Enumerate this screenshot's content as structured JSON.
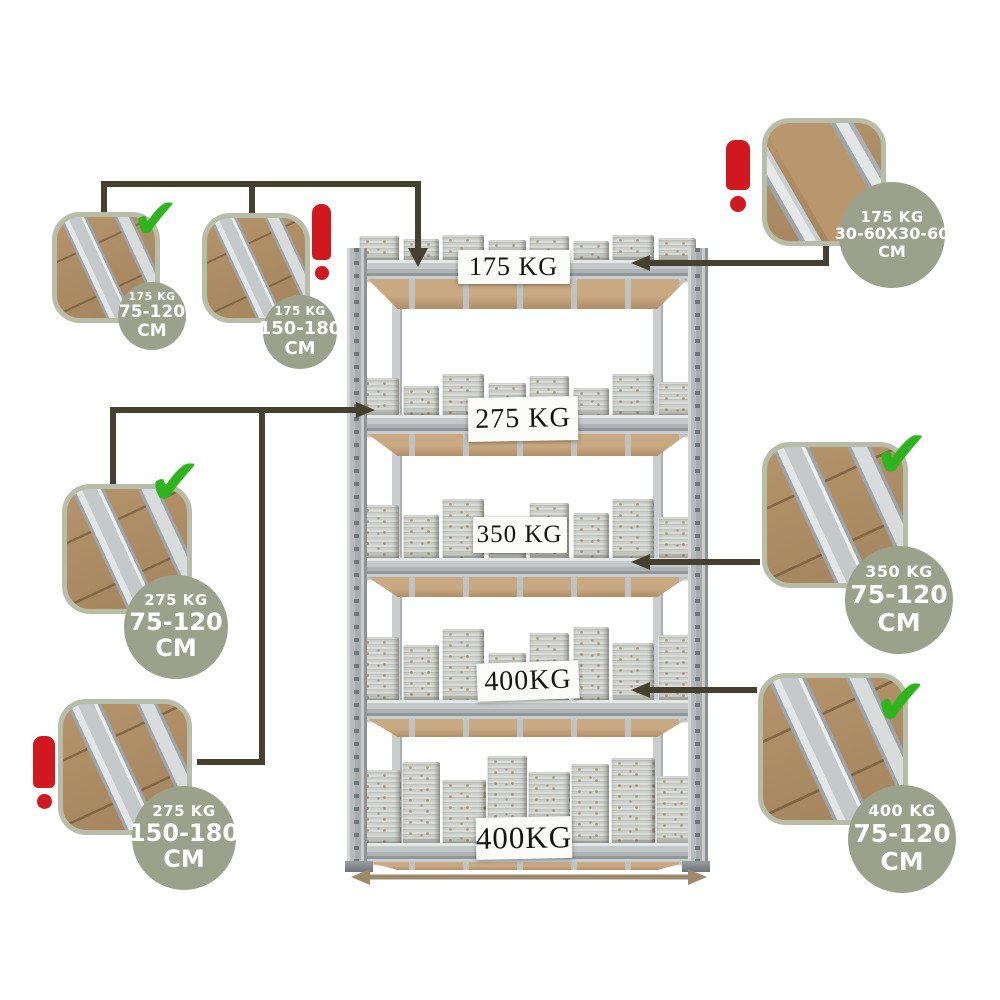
{
  "colors": {
    "ok_green": "#2eb51e",
    "warning_red": "#d2181f",
    "badge_sage": "#9ca18c",
    "connector_dark": "#46402f",
    "dimension_arrow_tan": "#9d8a6b"
  },
  "icons": {
    "check_glyph": "✔"
  },
  "rack": {
    "shelf_labels": [
      "175 KG",
      "275 KG",
      "350 KG",
      "400KG",
      "400KG"
    ]
  },
  "callouts": [
    {
      "weight": "175 KG",
      "size": "75-120",
      "unit": "CM",
      "status": "ok"
    },
    {
      "weight": "175 KG",
      "size": "150-180",
      "unit": "CM",
      "status": "warning"
    },
    {
      "weight": "175 KG",
      "size": "30-60X30-60",
      "unit": "CM",
      "status": "warning"
    },
    {
      "weight": "275 KG",
      "size": "75-120",
      "unit": "CM",
      "status": "ok"
    },
    {
      "weight": "275 KG",
      "size": "150-180",
      "unit": "CM",
      "status": "warning"
    },
    {
      "weight": "350 KG",
      "size": "75-120",
      "unit": "CM",
      "status": "ok"
    },
    {
      "weight": "400 KG",
      "size": "75-120",
      "unit": "CM",
      "status": "ok"
    }
  ]
}
